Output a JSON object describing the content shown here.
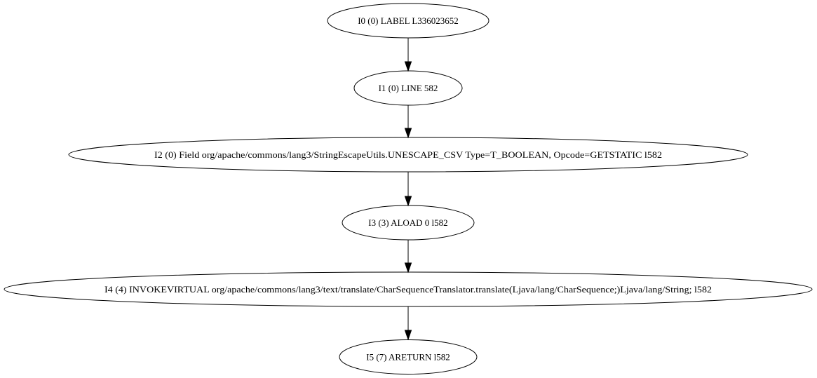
{
  "graph": {
    "nodes": [
      {
        "id": "I0",
        "label": "I0 (0) LABEL L336023652"
      },
      {
        "id": "I1",
        "label": "I1 (0) LINE 582"
      },
      {
        "id": "I2",
        "label": "I2 (0) Field org/apache/commons/lang3/StringEscapeUtils.UNESCAPE_CSV Type=T_BOOLEAN, Opcode=GETSTATIC l582"
      },
      {
        "id": "I3",
        "label": "I3 (3) ALOAD 0 l582"
      },
      {
        "id": "I4",
        "label": "I4 (4) INVOKEVIRTUAL org/apache/commons/lang3/text/translate/CharSequenceTranslator.translate(Ljava/lang/CharSequence;)Ljava/lang/String; l582"
      },
      {
        "id": "I5",
        "label": "I5 (7) ARETURN l582"
      }
    ],
    "edges": [
      {
        "from": "I0",
        "to": "I1"
      },
      {
        "from": "I1",
        "to": "I2"
      },
      {
        "from": "I2",
        "to": "I3"
      },
      {
        "from": "I3",
        "to": "I4"
      },
      {
        "from": "I4",
        "to": "I5"
      }
    ]
  }
}
